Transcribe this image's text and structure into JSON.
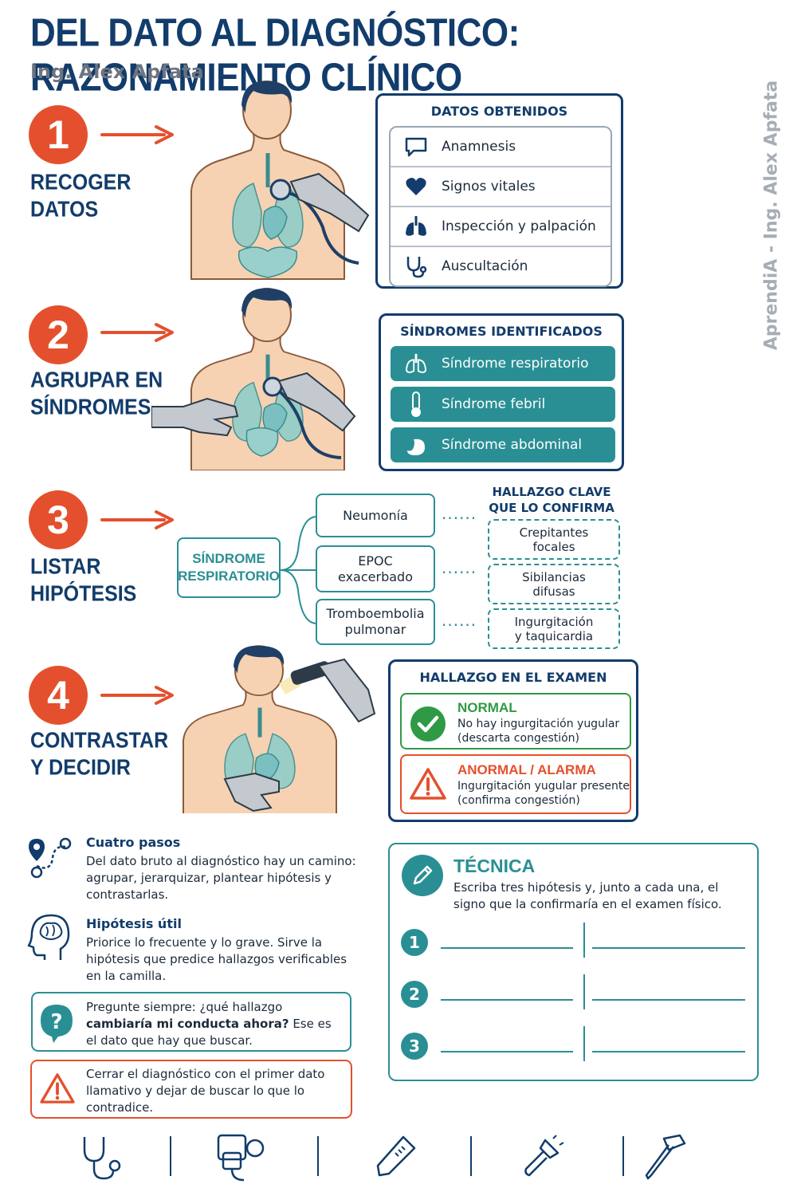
{
  "header": {
    "title": "DEL DATO AL DIAGNÓSTICO: RAZONAMIENTO CLÍNICO",
    "author": "Ing. Alex Apfata",
    "side_watermark": "AprendiA - Ing. Alex Apfata"
  },
  "steps": [
    {
      "number": "1",
      "label": "RECOGER\nDATOS"
    },
    {
      "number": "2",
      "label": "AGRUPAR EN\nSÍNDROMES"
    },
    {
      "number": "3",
      "label": "LISTAR\nHIPÓTESIS"
    },
    {
      "number": "4",
      "label": "CONTRASTAR\nY DECIDIR"
    }
  ],
  "datos": {
    "title": "DATOS OBTENIDOS",
    "items": [
      {
        "label": "Anamnesis",
        "icon": "chat-bubble-icon"
      },
      {
        "label": "Signos vitales",
        "icon": "heart-icon"
      },
      {
        "label": "Inspección y palpación",
        "icon": "lungs-icon"
      },
      {
        "label": "Auscultación",
        "icon": "stethoscope-icon"
      }
    ]
  },
  "sindromes": {
    "title": "SÍNDROMES IDENTIFICADOS",
    "items": [
      {
        "label": "Síndrome respiratorio",
        "icon": "lungs-icon"
      },
      {
        "label": "Síndrome febril",
        "icon": "thermometer-icon"
      },
      {
        "label": "Síndrome abdominal",
        "icon": "stomach-icon"
      }
    ]
  },
  "hipotesis": {
    "syndrome": "SÍNDROME\nRESPIRATORIO",
    "key_title": "HALLAZGO CLAVE\nQUE LO CONFIRMA",
    "dots": "......",
    "items": [
      {
        "name": "Neumonía",
        "finding": "Crepitantes\nfocales"
      },
      {
        "name": "EPOC\nexacerbado",
        "finding": "Sibilancias\ndifusas"
      },
      {
        "name": "Tromboembolia\npulmonar",
        "finding": "Ingurgitación\ny taquicardia"
      }
    ]
  },
  "examen": {
    "title": "HALLAZGO EN EL EXAMEN",
    "normal": {
      "head": "NORMAL",
      "line1": "No hay ingurgitación yugular",
      "line2": "(descarta congestión)"
    },
    "alarma": {
      "head": "ANORMAL / ALARMA",
      "line1": "Ingurgitación yugular presente",
      "line2": "(confirma congestión)"
    }
  },
  "notes": {
    "cuatro": {
      "head": "Cuatro pasos",
      "text": "Del dato bruto al diagnóstico hay un camino: agrupar, jerarquizar, plantear hipótesis y contrastarlas."
    },
    "util": {
      "head": "Hipótesis útil",
      "text": "Priorice lo frecuente y lo grave. Sirve la hipótesis que predice hallazgos verificables en la camilla."
    },
    "pregunta": {
      "pre": "Pregunte siempre: ¿qué hallazgo ",
      "bold": "cambiaría mi conducta ahora?",
      "post": " Ese es el dato que hay que buscar."
    },
    "alerta": {
      "text": "Cerrar el diagnóstico con el primer dato llamativo y dejar de buscar lo que lo contradice."
    }
  },
  "tecnica": {
    "title": "TÉCNICA",
    "text": "Escriba tres hipótesis y, junto a cada una, el signo que la confirmaría en el examen físico.",
    "rows": [
      "1",
      "2",
      "3"
    ]
  },
  "tools": [
    "stethoscope-icon",
    "blood-pressure-cuff-icon",
    "thermometer-icon",
    "flashlight-icon",
    "reflex-hammer-icon"
  ],
  "colors": {
    "navy": "#123c6b",
    "orange": "#e4502d",
    "teal": "#2a8f94",
    "green": "#2f9a46",
    "skin": "#f6d2b2"
  }
}
